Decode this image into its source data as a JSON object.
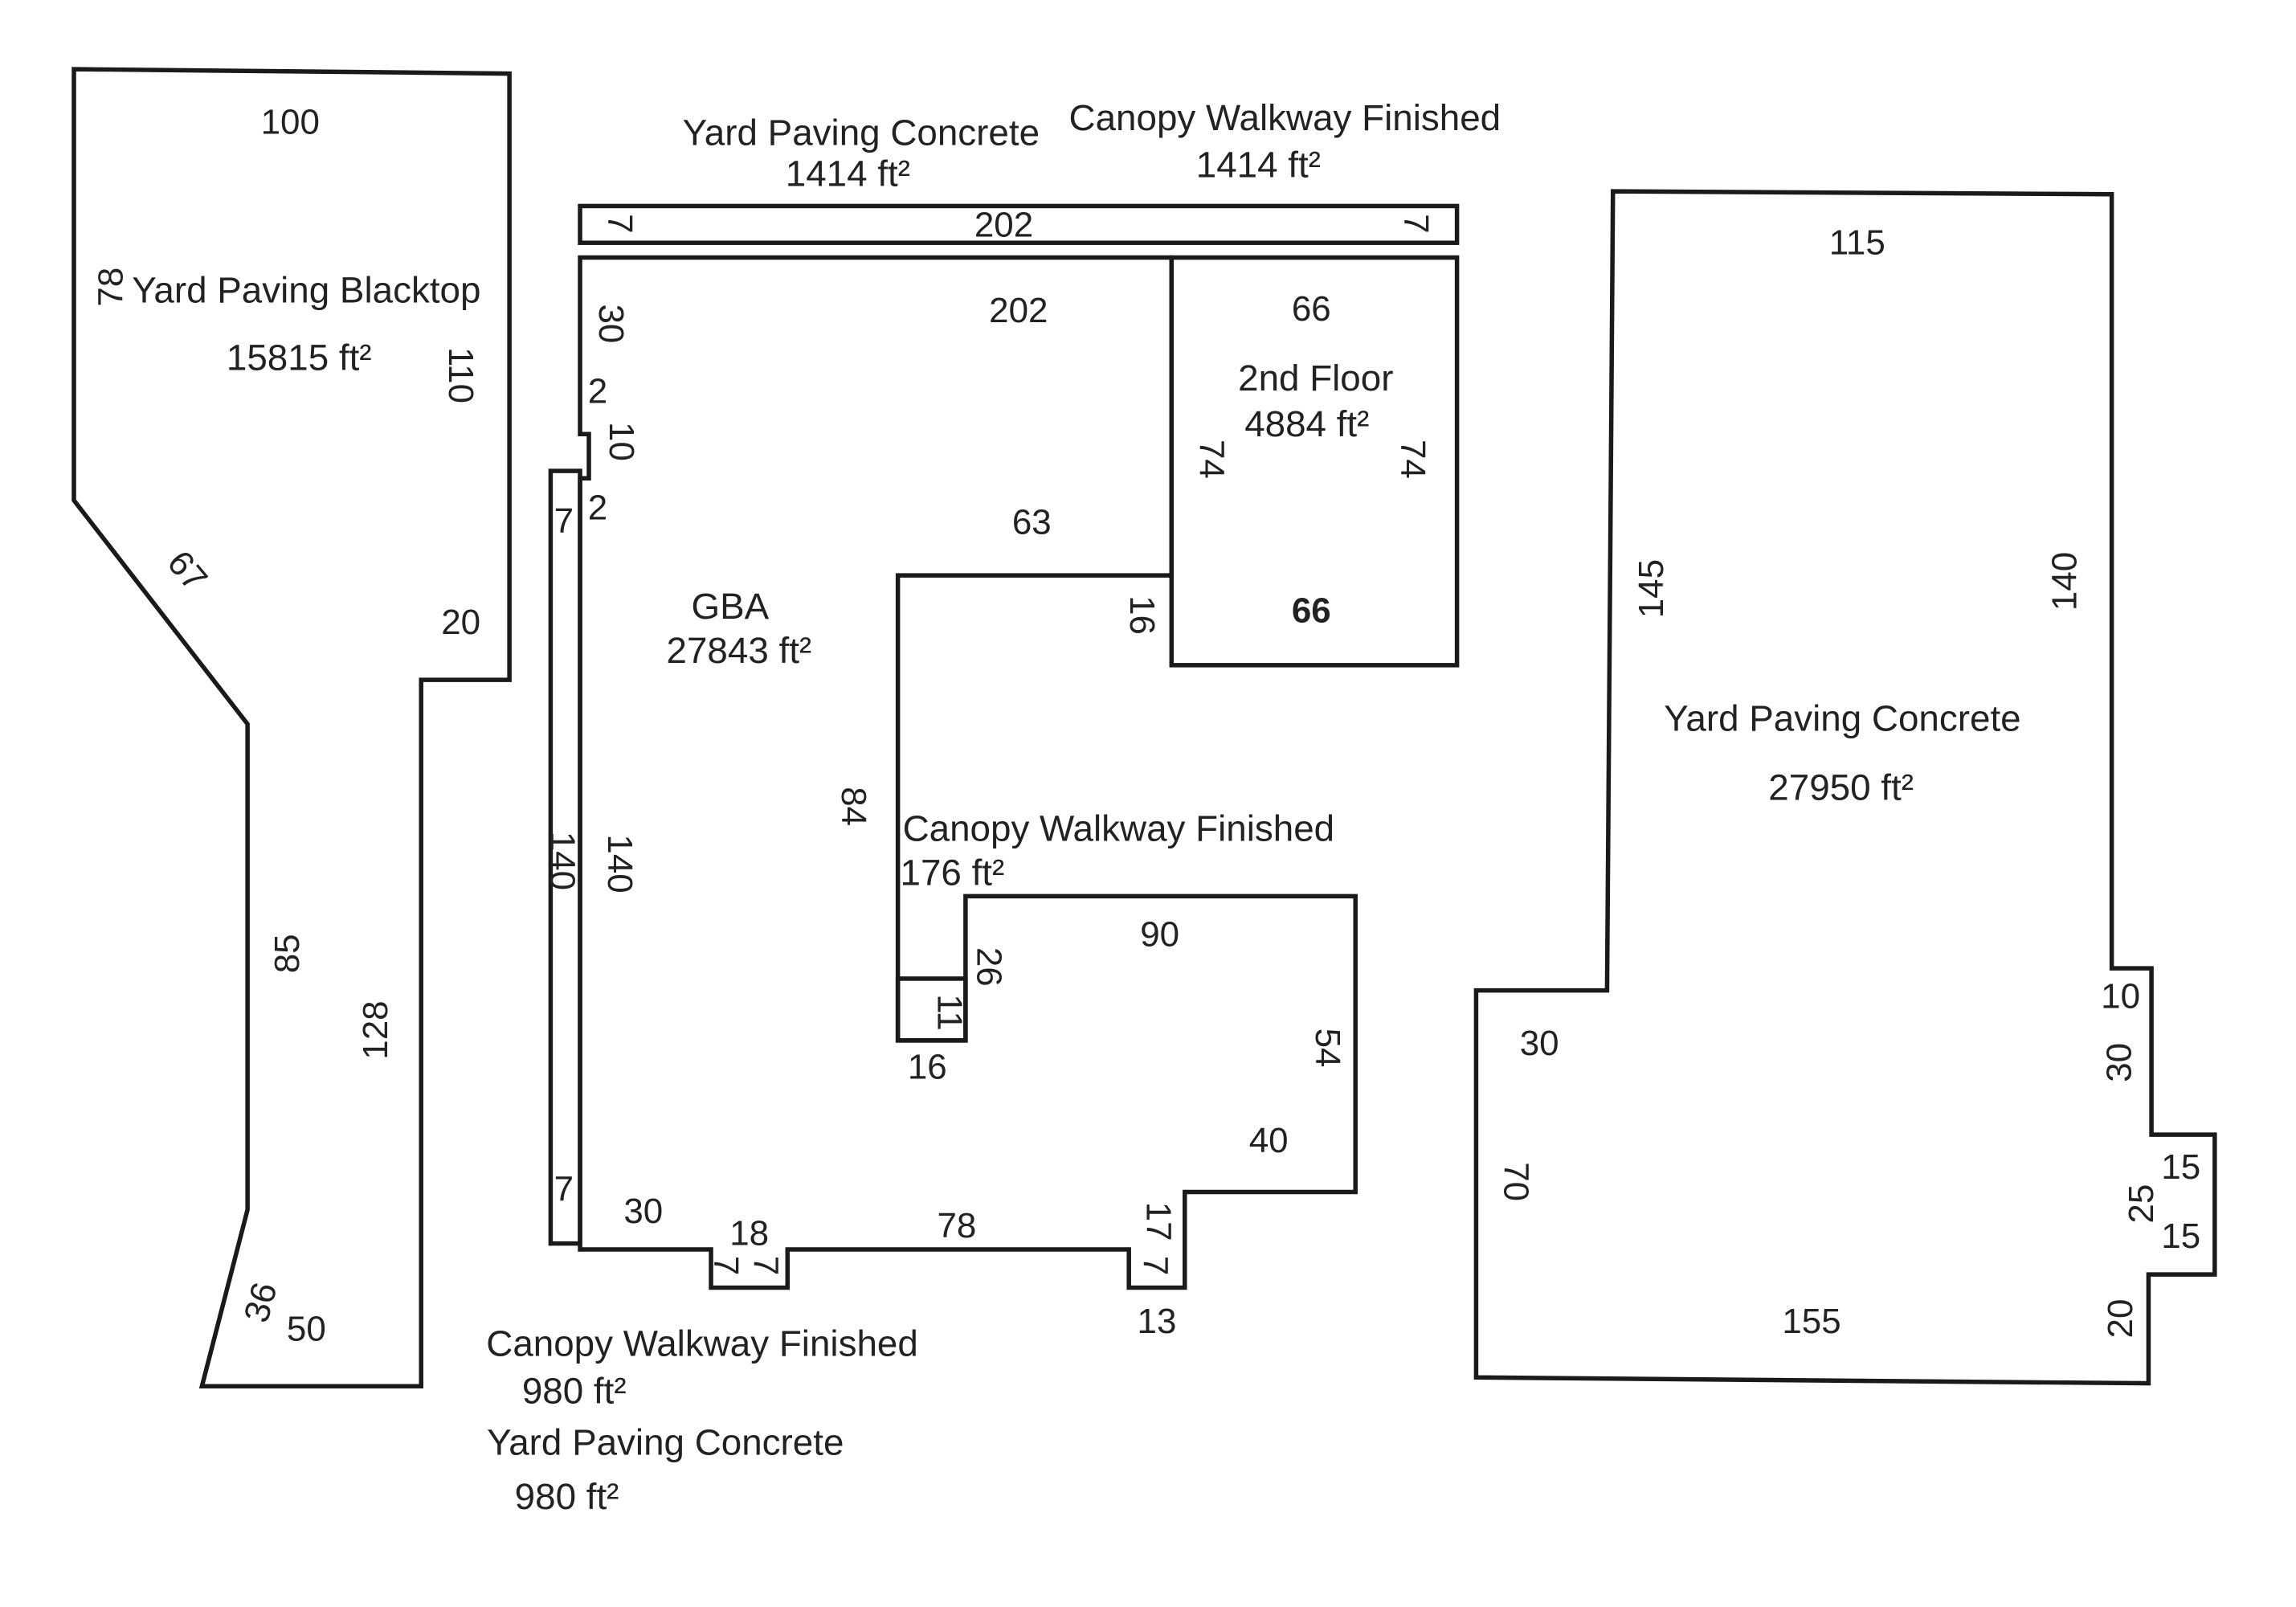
{
  "left_area": {
    "name": "Yard Paving Blacktop",
    "size": "15815 ft²",
    "dims": [
      "100",
      "78",
      "110",
      "67",
      "20",
      "85",
      "128",
      "36",
      "50"
    ]
  },
  "top_strip": {
    "name_1": "Yard Paving Concrete",
    "size_1": "1414 ft²",
    "name_2": "Canopy Walkway Finished",
    "size_2": "1414 ft²",
    "dims": [
      "7",
      "202",
      "7"
    ]
  },
  "gba": {
    "name": "GBA",
    "size": "27843 ft²",
    "dims": [
      "202",
      "30",
      "2",
      "10",
      "2",
      "63",
      "16",
      "84",
      "140",
      "90",
      "26",
      "16",
      "54",
      "40",
      "30",
      "18",
      "7",
      "7",
      "78",
      "17",
      "7",
      "13"
    ]
  },
  "second_floor": {
    "name": "2nd Floor",
    "size": "4884 ft²",
    "dims": [
      "66",
      "74",
      "74",
      "66"
    ]
  },
  "canopy_small": {
    "name": "Canopy Walkway Finished",
    "size": "176 ft²",
    "dims": [
      "11"
    ]
  },
  "left_strip": {
    "name_1": "Canopy Walkway Finished",
    "size_1": "980 ft²",
    "name_2": "Yard Paving Concrete",
    "size_2": "980 ft²",
    "dims": [
      "7",
      "140",
      "7"
    ]
  },
  "right_area": {
    "name": "Yard Paving Concrete",
    "size": "27950 ft²",
    "dims": [
      "115",
      "145",
      "140",
      "30",
      "10",
      "30",
      "15",
      "25",
      "15",
      "70",
      "155",
      "20"
    ]
  }
}
